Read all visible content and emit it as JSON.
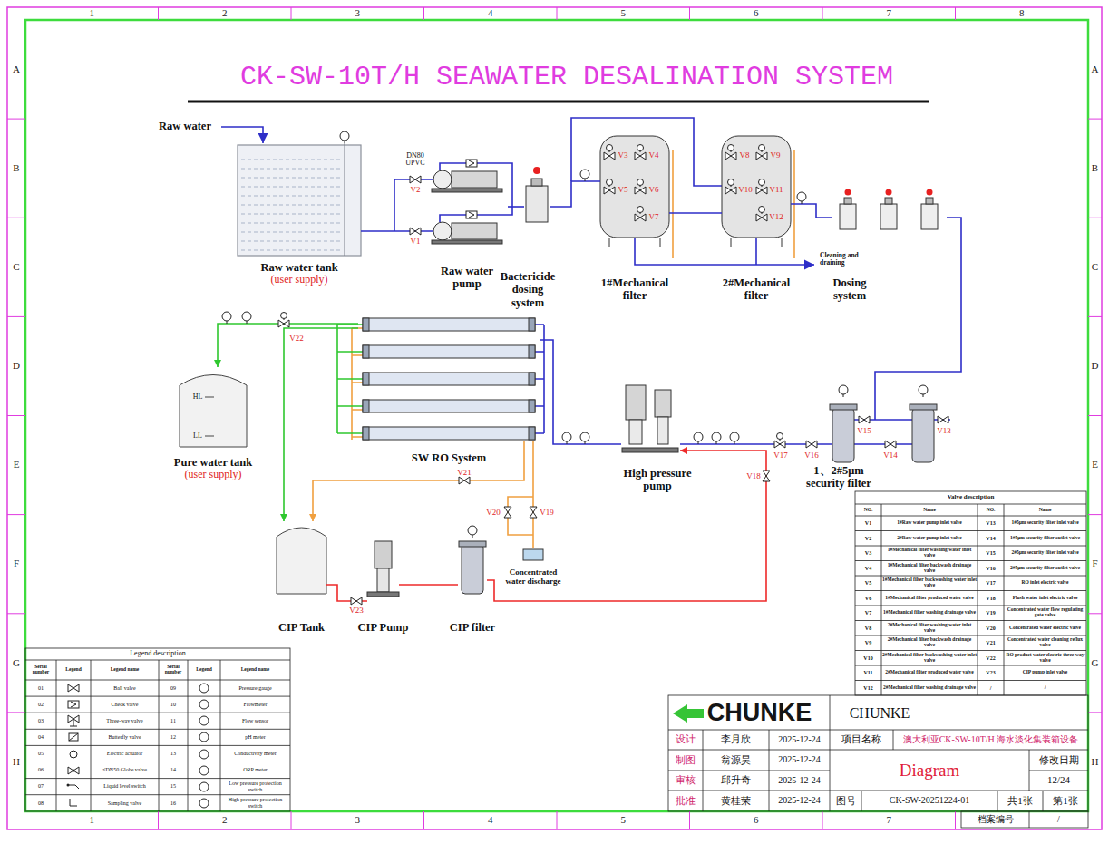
{
  "diagram": {
    "title": "CK-SW-10T/H SEAWATER DESALINATION SYSTEM",
    "nodes": [
      {
        "text": [
          "Raw water tank",
          "(user supply)"
        ]
      },
      {
        "text": [
          "Raw water pump"
        ]
      },
      {
        "text": [
          "Bactericide dosing system"
        ]
      },
      {
        "text": [
          "1#Mechanical filter"
        ]
      },
      {
        "text": [
          "2#Mechanical filter"
        ]
      },
      {
        "text": [
          "Dosing system"
        ]
      },
      {
        "text": [
          "1、2#5μm security filter"
        ]
      },
      {
        "text": [
          "High pressure pump"
        ]
      },
      {
        "text": [
          "SW RO System"
        ]
      },
      {
        "text": [
          "Pure water tank",
          "(user supply)"
        ]
      },
      {
        "text": [
          "CIP Tank"
        ]
      },
      {
        "text": [
          "CIP Pump"
        ]
      },
      {
        "text": [
          "CIP filter"
        ]
      },
      {
        "text": [
          "Concentrated water discharge"
        ]
      }
    ],
    "edges": [
      {
        "from": 0,
        "to": 1,
        "arrow": "none"
      },
      {
        "from": 1,
        "to": 2,
        "arrow": "none"
      },
      {
        "from": 2,
        "to": 3,
        "arrow": "none"
      },
      {
        "from": 3,
        "to": 4,
        "arrow": "none"
      },
      {
        "from": 4,
        "to": 5,
        "arrow": "none"
      },
      {
        "from": 5,
        "to": 6,
        "arrow": "none"
      },
      {
        "from": 6,
        "to": 7,
        "arrow": "none"
      },
      {
        "from": 7,
        "to": 8,
        "arrow": "none"
      },
      {
        "from": 8,
        "to": 9,
        "arrow": "to"
      },
      {
        "from": 8,
        "to": 10,
        "arrow": "to"
      },
      {
        "from": 8,
        "to": 13,
        "arrow": "none"
      },
      {
        "from": 8,
        "to": 10,
        "arrow": "to"
      },
      {
        "from": 10,
        "to": 11,
        "arrow": "none"
      },
      {
        "from": 11,
        "to": 12,
        "arrow": "none"
      },
      {
        "from": 12,
        "to": 7,
        "arrow": "to"
      }
    ],
    "labels": [
      "1",
      "2",
      "3",
      "4",
      "5",
      "6",
      "7",
      "8",
      "1",
      "2",
      "3",
      "4",
      "5",
      "6",
      "7",
      "A",
      "B",
      "C",
      "D",
      "E",
      "F",
      "G",
      "H",
      "A",
      "B",
      "C",
      "D",
      "E",
      "F",
      "G",
      "H",
      "Raw water",
      "DN80 UPVC",
      "V2",
      "V1",
      "V3",
      "V4",
      "V5",
      "V6",
      "V7",
      "V8",
      "V9",
      "V10",
      "V11",
      "V12",
      "Cleaning and draining",
      "HL",
      "LL",
      "V22",
      "V13",
      "V14",
      "V15",
      "V16",
      "V17",
      "V18",
      "V21",
      "V20",
      "V19",
      "V23",
      "Valve description",
      "NO.",
      "Name",
      "NO.",
      "Name",
      "V1",
      "1#Raw water pump inlet valve",
      "V13",
      "1#5μm security filter inlet valve",
      "V2",
      "2#Raw water pump inlet valve",
      "V14",
      "1#5μm security filter outlet valve",
      "V3",
      "1#Mechanical filter washing water inlet valve",
      "V15",
      "2#5μm security filter inlet valve",
      "V4",
      "1#Mechanical filter backwash drainage valve",
      "V16",
      "2#5μm security filter outlet valve",
      "V5",
      "1#Mechanical filter backwashing water inlet valve",
      "V17",
      "RO inlet electric valve",
      "V6",
      "1#Mechanical filter produced water valve",
      "V18",
      "Flush water inlet electric valve",
      "V7",
      "1#Mechanical filter washing drainage valve",
      "V19",
      "Concentrated water flow regulating gate valve",
      "V8",
      "2#Mechanical filter washing water inlet valve",
      "V20",
      "Concentrated water electric valve",
      "V9",
      "2#Mechanical filter backwash drainage valve",
      "V21",
      "Concentrated water cleaning reflux valve",
      "V10",
      "2#Mechanical filter backwashing water inlet valve",
      "V22",
      "RO product water electric three-way valve",
      "V11",
      "2#Mechanical filter produced water valve",
      "V23",
      "CIP pump inlet valve",
      "V12",
      "2#Mechanical filter washing drainage valve",
      "/",
      "/",
      "Legend description",
      "Serial number",
      "Legend",
      "Legend name",
      "Serial number",
      "Legend",
      "Legend name",
      "01",
      "02",
      "03",
      "04",
      "05",
      "06",
      "07",
      "08",
      "09",
      "10",
      "11",
      "12",
      "13",
      "14",
      "15",
      "16",
      "CHUNKE",
      "CHUNKE",
      "设计",
      "李月欣",
      "2025-12-24",
      "项目名称",
      "澳大利亚CK-SW-10T/H 海水淡化集装箱设备",
      "制图",
      "翁源昊",
      "2025-12-24",
      "修改日期",
      "审核",
      "邱升奇",
      "2025-12-24",
      "Diagram",
      "12/24",
      "批准",
      "黄桂荣",
      "2025-12-24",
      "图号",
      "CK-SW-20251224-01",
      "共1张",
      "第1张",
      "档案编号",
      "/"
    ],
    "legend": [
      {
        "text": "Ball valve"
      },
      {
        "text": "Check valve"
      },
      {
        "text": "Three-way valve"
      },
      {
        "text": "Butterfly valve"
      },
      {
        "text": "Electric actuator"
      },
      {
        "text": "<DN50 Globe valve"
      },
      {
        "text": "Liquid level switch"
      },
      {
        "text": "Sampling valve"
      },
      {
        "text": "Pressure gauge"
      },
      {
        "text": "Flowmeter"
      },
      {
        "text": "Flow sensor"
      },
      {
        "text": "pH meter"
      },
      {
        "text": "Conductivity meter"
      },
      {
        "text": "ORP meter"
      },
      {
        "text": "Low pressure protection switch"
      },
      {
        "text": "High pressure protection switch"
      }
    ]
  }
}
